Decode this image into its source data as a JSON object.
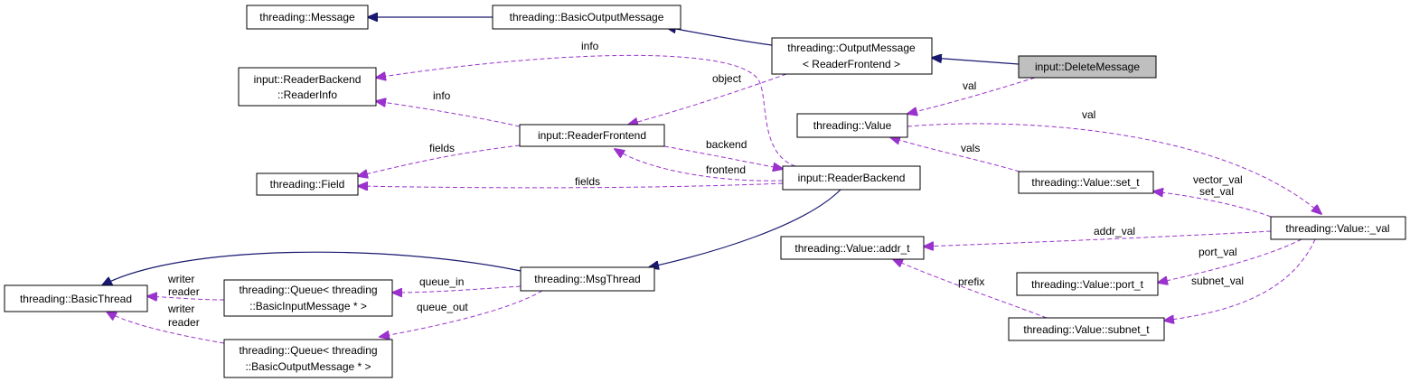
{
  "colors": {
    "inheritance_edge": "#191970",
    "usage_edge": "#9a32cd",
    "highlight_fill": "#bfbfbf",
    "node_border": "#000000"
  },
  "nodes": {
    "message": {
      "line1": "threading::Message"
    },
    "basic_output_message": {
      "line1": "threading::BasicOutputMessage"
    },
    "output_message": {
      "line1": "threading::OutputMessage",
      "line2": "< ReaderFrontend >"
    },
    "delete_message": {
      "line1": "input::DeleteMessage"
    },
    "reader_info": {
      "line1": "input::ReaderBackend",
      "line2": "::ReaderInfo"
    },
    "reader_frontend": {
      "line1": "input::ReaderFrontend"
    },
    "value": {
      "line1": "threading::Value"
    },
    "field": {
      "line1": "threading::Field"
    },
    "reader_backend": {
      "line1": "input::ReaderBackend"
    },
    "set_t": {
      "line1": "threading::Value::set_t"
    },
    "val_union": {
      "line1": "threading::Value::_val"
    },
    "addr_t": {
      "line1": "threading::Value::addr_t"
    },
    "basic_thread": {
      "line1": "threading::BasicThread"
    },
    "msg_thread": {
      "line1": "threading::MsgThread"
    },
    "queue_input": {
      "line1": "threading::Queue< threading",
      "line2": "::BasicInputMessage * >"
    },
    "port_t": {
      "line1": "threading::Value::port_t"
    },
    "subnet_t": {
      "line1": "threading::Value::subnet_t"
    },
    "queue_output": {
      "line1": "threading::Queue< threading",
      "line2": "::BasicOutputMessage * >"
    }
  },
  "edge_labels": {
    "info_top": "info",
    "object": "object",
    "val_top": "val",
    "info_frontend": "info",
    "val_right": "val",
    "fields_frontend": "fields",
    "backend": "backend",
    "vals": "vals",
    "frontend": "frontend",
    "fields_backend": "fields",
    "vector_val": "vector_val",
    "set_val": "set_val",
    "addr_val": "addr_val",
    "port_val": "port_val",
    "prefix": "prefix",
    "subnet_val": "subnet_val",
    "writer_in": "writer",
    "reader_in": "reader",
    "queue_in": "queue_in",
    "queue_out": "queue_out",
    "writer_out": "writer",
    "reader_out": "reader"
  }
}
